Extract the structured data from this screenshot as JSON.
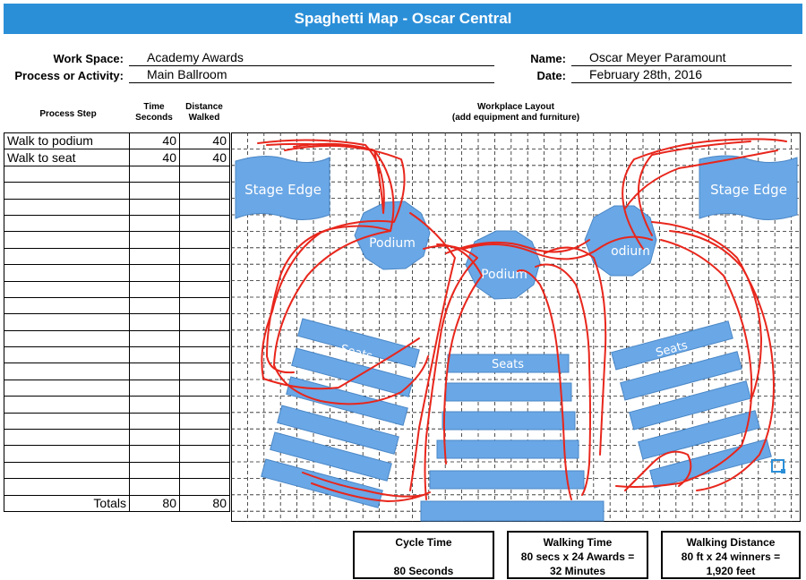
{
  "title": "Spaghetti Map - Oscar Central",
  "header": {
    "workspace_label": "Work Space:",
    "workspace_value": "Academy Awards",
    "process_label": "Process or Activity:",
    "process_value": "Main Ballroom",
    "name_label": "Name:",
    "name_value": "Oscar Meyer Paramount",
    "date_label": "Date:",
    "date_value": "February 28th, 2016"
  },
  "columns": {
    "step": "Process Step",
    "time_line1": "Time",
    "time_line2": "Seconds",
    "dist_line1": "Distance",
    "dist_line2": "Walked"
  },
  "layout_title_line1": "Workplace Layout",
  "layout_title_line2": "(add equipment and furniture)",
  "steps": [
    {
      "name": "Walk to podium",
      "time": "40",
      "distance": "40"
    },
    {
      "name": "Walk to seat",
      "time": "40",
      "distance": "40"
    }
  ],
  "empty_rows": 20,
  "totals": {
    "label": "Totals",
    "time": "80",
    "distance": "80"
  },
  "layout": {
    "stage_edge_left": "Stage Edge",
    "stage_edge_right": "Stage Edge",
    "podium_left": "Podium",
    "podium_center": "Podium",
    "podium_right": "odium",
    "seats_left": "Seats",
    "seats_center": "Seats",
    "seats_right": "Seats",
    "shape_color": "#6aa7e6",
    "path_color": "#e8261c"
  },
  "summary": {
    "cycle_title": "Cycle Time",
    "cycle_value": "80 Seconds",
    "walk_title": "Walking Time",
    "walk_line1": "80 secs x 24 Awards =",
    "walk_line2": "32 Minutes",
    "dist_title": "Walking Distance",
    "dist_line1": "80 ft x 24 winners =",
    "dist_line2": "1,920 feet"
  }
}
